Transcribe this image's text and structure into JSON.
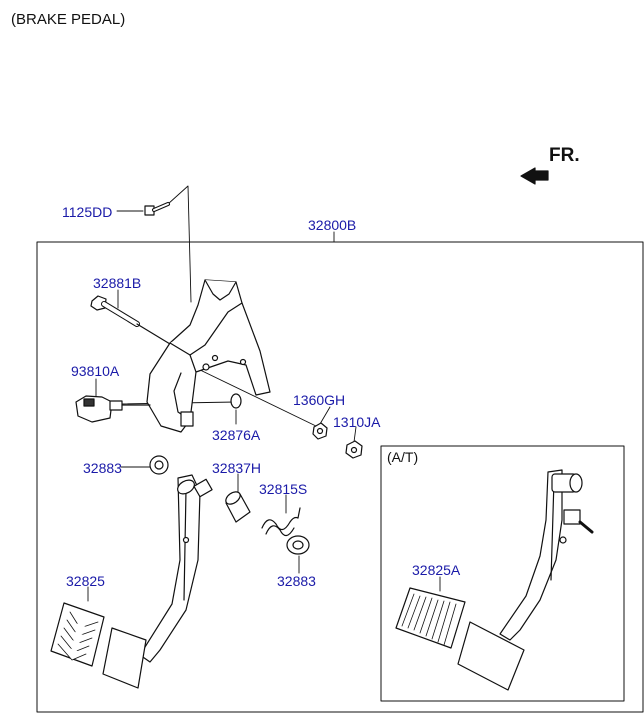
{
  "title": "(BRAKE PEDAL)",
  "direction_label": "FR.",
  "inset_label": "(A/T)",
  "parts": {
    "p1125DD": "1125DD",
    "p32800B": "32800B",
    "p32881B": "32881B",
    "p93810A": "93810A",
    "p1360GH": "1360GH",
    "p1310JA": "1310JA",
    "p32876A": "32876A",
    "p32883_top": "32883",
    "p32837H": "32837H",
    "p32815S": "32815S",
    "p32883_bottom": "32883",
    "p32825": "32825",
    "p32825A": "32825A"
  },
  "colors": {
    "label": "#1a1aa8",
    "line": "#111111",
    "background": "#ffffff"
  }
}
